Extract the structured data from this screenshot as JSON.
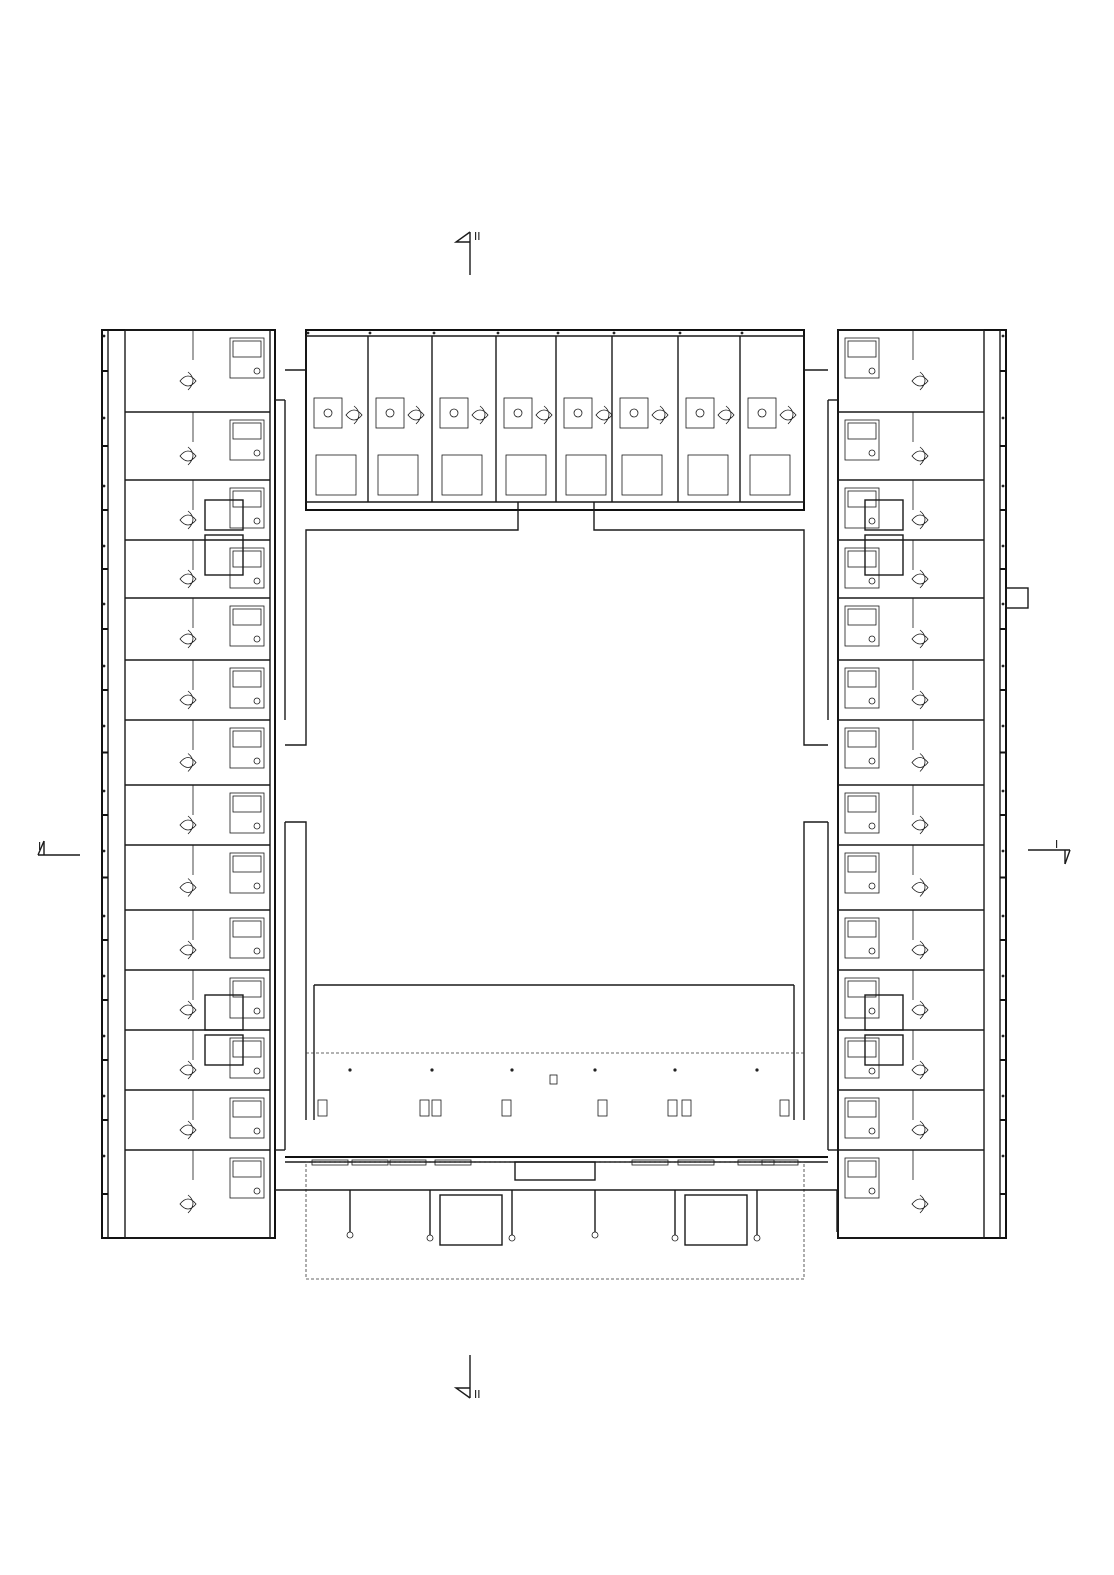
{
  "section_markers": {
    "north": "II",
    "south": "II",
    "west": "I",
    "east": "I"
  },
  "colors": {
    "line": "#1a1a1a",
    "background": "#ffffff"
  }
}
